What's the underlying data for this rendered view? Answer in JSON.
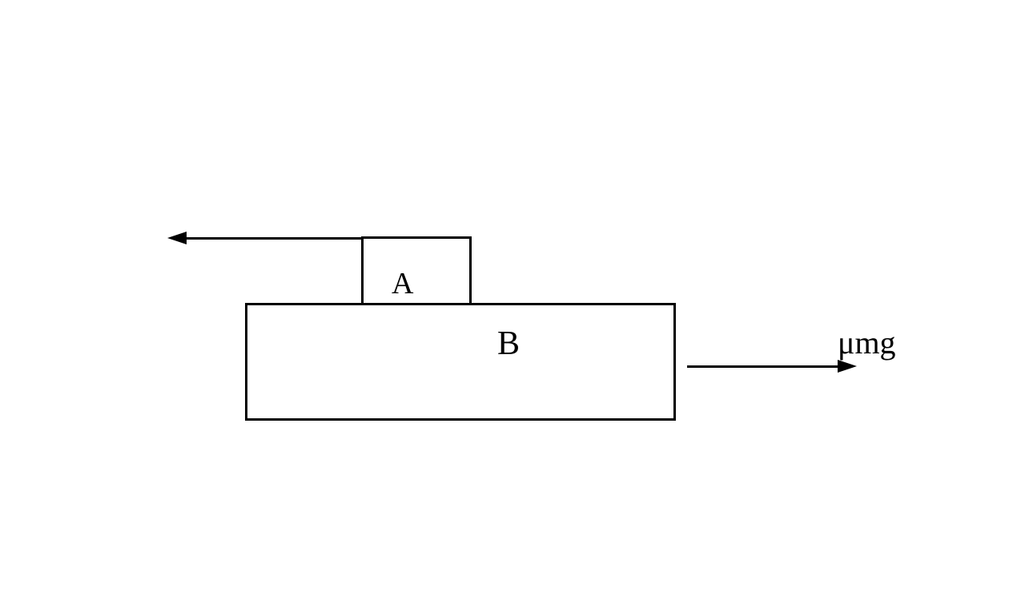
{
  "diagram": {
    "type": "physics-blocks-free-body",
    "colors": {
      "line": "#000000",
      "background": "#ffffff"
    },
    "blocks": [
      {
        "label": "A"
      },
      {
        "label": "B"
      }
    ],
    "arrows": [
      {
        "name": "left-arrow",
        "direction": "left",
        "label": ""
      },
      {
        "name": "right-arrow",
        "direction": "right",
        "label": "μmg"
      }
    ]
  }
}
